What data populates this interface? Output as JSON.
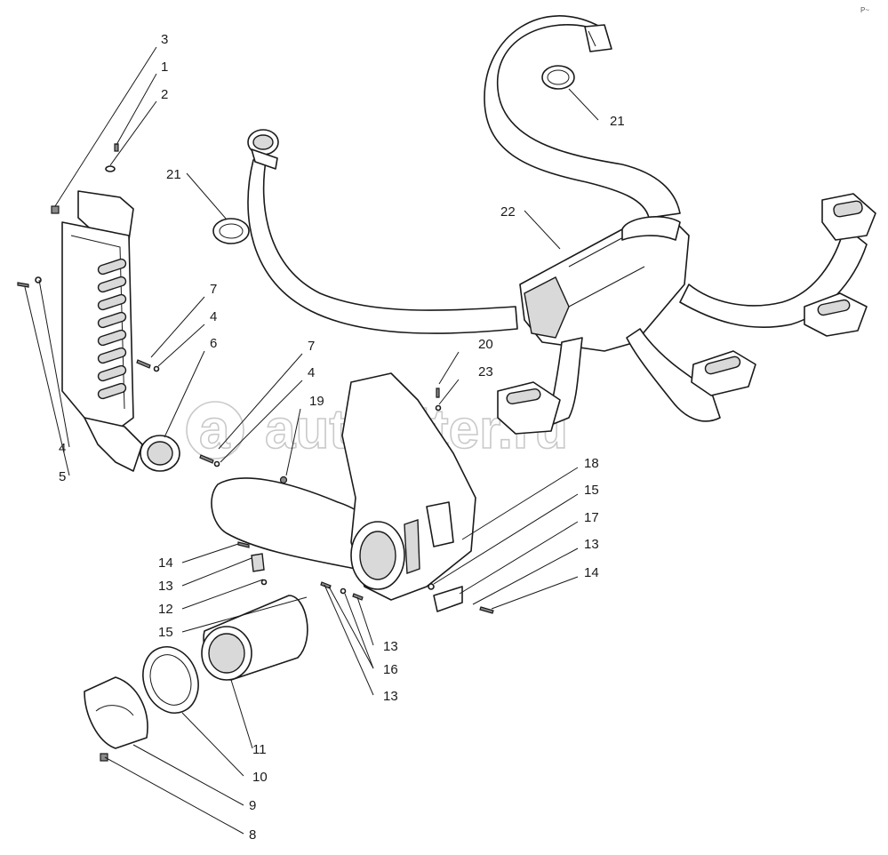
{
  "watermark": "autopiter.ru",
  "corner_mark": "P~",
  "callouts": [
    "3",
    "1",
    "2",
    "21",
    "4",
    "5",
    "7",
    "4",
    "6",
    "7",
    "4",
    "19",
    "20",
    "23",
    "18",
    "15",
    "17",
    "13",
    "14",
    "14",
    "13",
    "12",
    "15",
    "13",
    "16",
    "13",
    "11",
    "10",
    "9",
    "8",
    "21",
    "22"
  ]
}
